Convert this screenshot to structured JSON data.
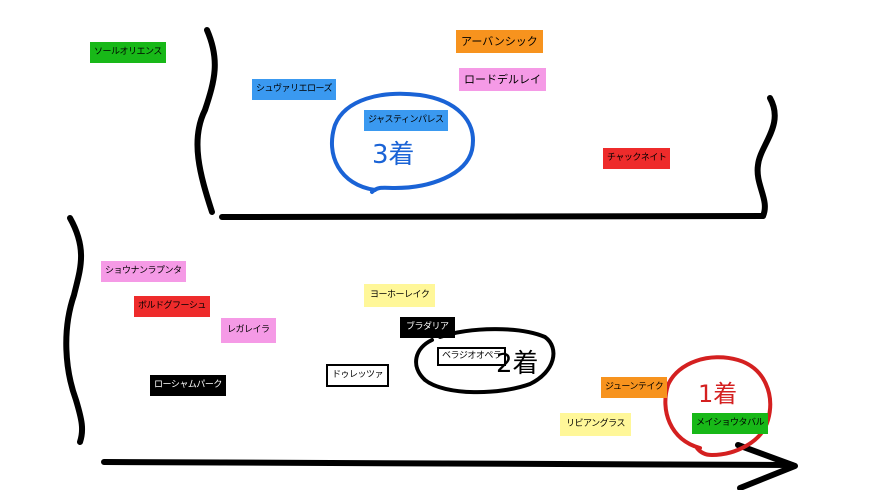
{
  "colors": {
    "green": "#18b818",
    "orange": "#f7931e",
    "pink": "#f59ae6",
    "blue": "#3a99f0",
    "red": "#ee2b2b",
    "yellow": "#fff799",
    "black": "#000000",
    "white": "#ffffff",
    "circle_blue": "#1a63d6",
    "circle_black": "#000000",
    "circle_red": "#d42020"
  },
  "upper_group": {
    "horses": [
      {
        "name": "ソールオリエンス",
        "color": "green"
      },
      {
        "name": "アーバンシック",
        "color": "orange"
      },
      {
        "name": "ロードデルレイ",
        "color": "pink"
      },
      {
        "name": "シュヴァリエローズ",
        "color": "blue"
      },
      {
        "name": "ジャスティンパレス",
        "color": "blue"
      },
      {
        "name": "チャックネイト",
        "color": "red"
      }
    ],
    "rank_label": "3着"
  },
  "lower_group": {
    "horses": [
      {
        "name": "ショウナンラプンタ",
        "color": "pink"
      },
      {
        "name": "ボルドグフーシュ",
        "color": "red"
      },
      {
        "name": "レガレイラ",
        "color": "pink"
      },
      {
        "name": "ヨーホーレイク",
        "color": "yellow"
      },
      {
        "name": "ブラダリア",
        "color": "black"
      },
      {
        "name": "ベラジオオペラ",
        "color": "white"
      },
      {
        "name": "ローシャムパーク",
        "color": "black"
      },
      {
        "name": "ドゥレッツァ",
        "color": "white"
      },
      {
        "name": "ジューンテイク",
        "color": "orange"
      },
      {
        "name": "リビアングラス",
        "color": "yellow"
      },
      {
        "name": "メイショウタバル",
        "color": "green"
      }
    ],
    "rank2_label": "2着",
    "rank1_label": "1着"
  }
}
